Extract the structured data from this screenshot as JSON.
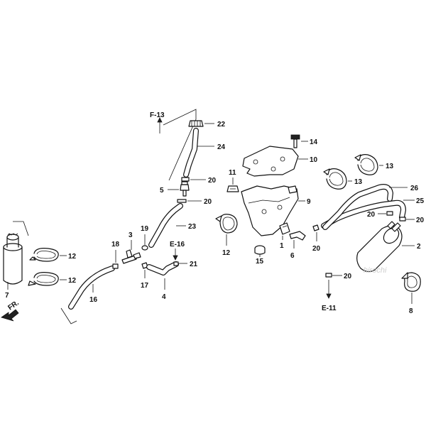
{
  "refs": {
    "f13": "F-13",
    "e16": "E-16",
    "e11": "E-11",
    "fr": "FR."
  },
  "watermark": "hirochi",
  "callouts": {
    "c1": "1",
    "c2": "2",
    "c3": "3",
    "c4": "4",
    "c5": "5",
    "c6": "6",
    "c7": "7",
    "c8": "8",
    "c9": "9",
    "c10": "10",
    "c11": "11",
    "c12a": "12",
    "c12b": "12",
    "c12c": "12",
    "c13a": "13",
    "c13b": "13",
    "c14": "14",
    "c15": "15",
    "c16": "16",
    "c17": "17",
    "c18": "18",
    "c19": "19",
    "c20a": "20",
    "c20b": "20",
    "c20c": "20",
    "c20d": "20",
    "c20e": "20",
    "c20f": "20",
    "c21": "21",
    "c22": "22",
    "c23": "23",
    "c24": "24",
    "c25": "25",
    "c26": "26"
  }
}
